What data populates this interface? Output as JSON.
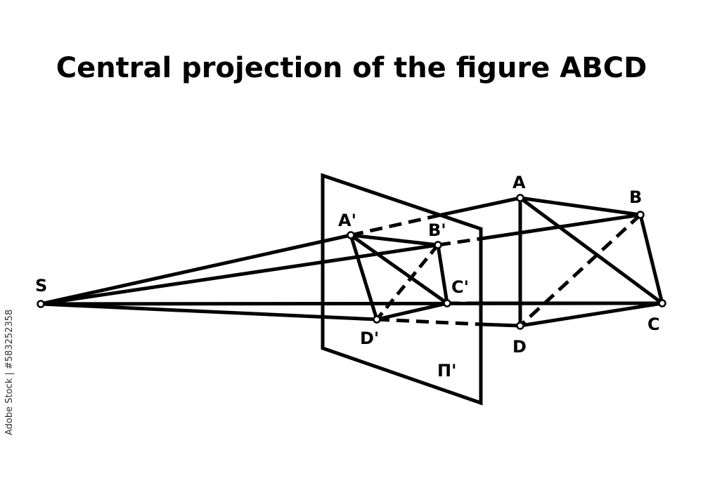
{
  "title": "Central projection of the figure ABCD",
  "watermark": "Adobe Stock | #583252358",
  "points": {
    "S": "S",
    "A": "A",
    "B": "B",
    "C": "C",
    "D": "D",
    "A_prime": "A'",
    "B_prime": "B'",
    "C_prime": "C'",
    "D_prime": "D'",
    "plane": "Π'"
  },
  "colors": {
    "line": "#000000",
    "background": "#ffffff",
    "point_fill": "#ffffff"
  }
}
